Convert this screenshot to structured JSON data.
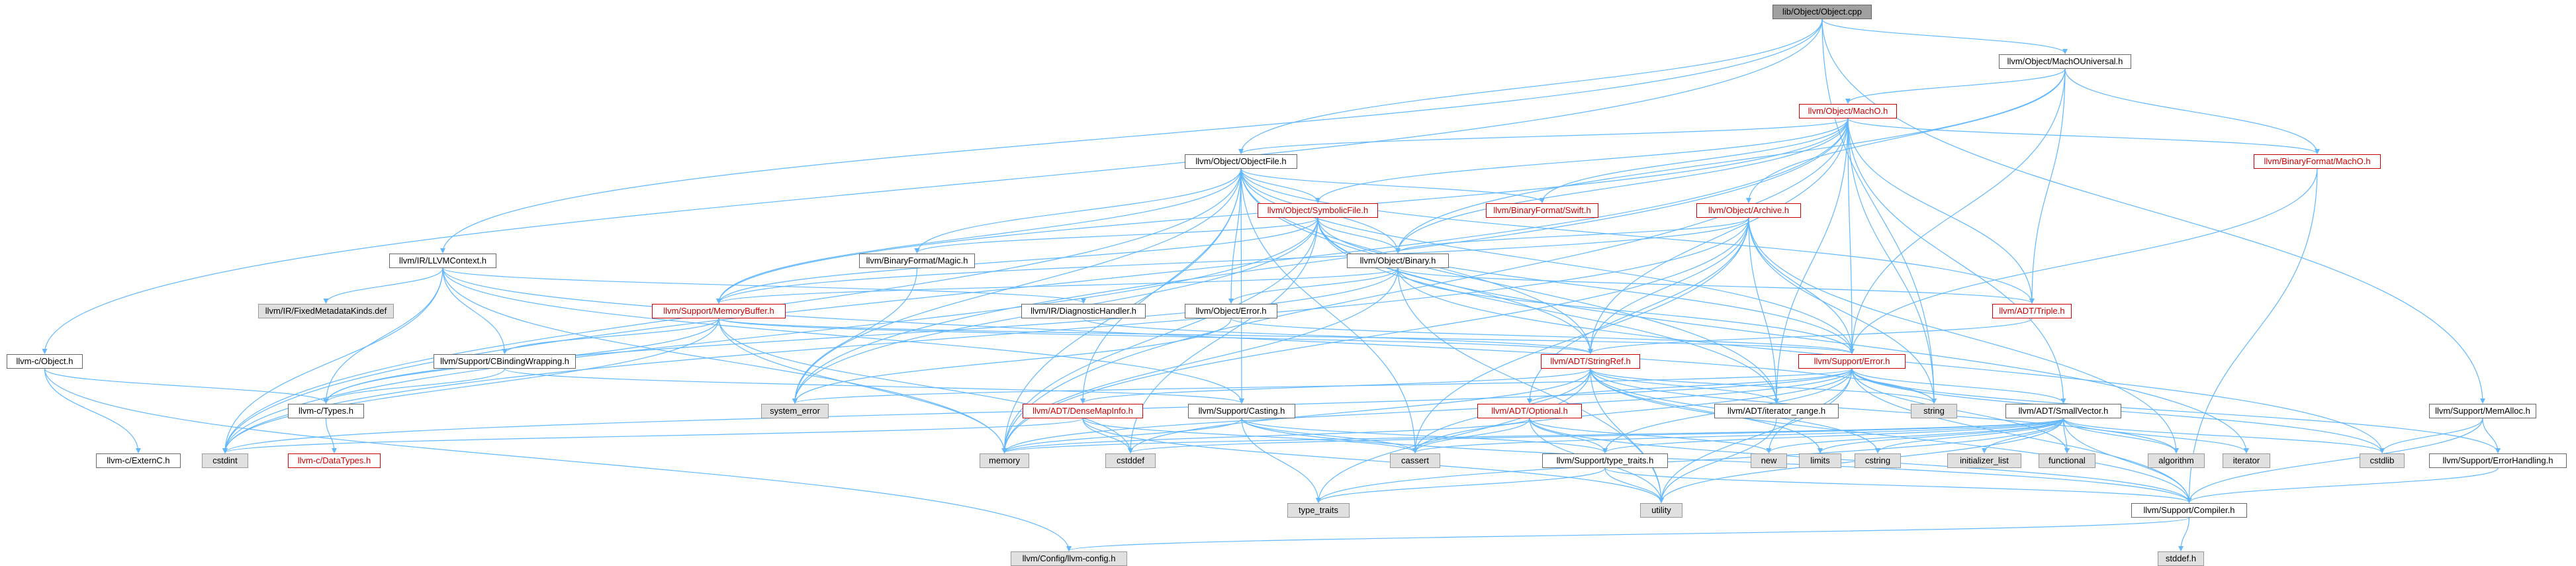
{
  "colors": {
    "edge": "#63b8ff",
    "red_border": "#cc0000",
    "gray_fill": "#e0e0e0",
    "root_fill": "#a0a0a0"
  },
  "nodes": {
    "root": "lib/Object/Object.cpp",
    "machouniversal": "llvm/Object/MachOUniversal.h",
    "macho": "llvm/Object/MachO.h",
    "objectfile": "llvm/Object/ObjectFile.h",
    "binformat_macho": "llvm/BinaryFormat/MachO.h",
    "symbolicfile": "llvm/Object/SymbolicFile.h",
    "binformat_swift": "llvm/BinaryFormat/Swift.h",
    "archive": "llvm/Object/Archive.h",
    "llvmcontext": "llvm/IR/LLVMContext.h",
    "binformat_magic": "llvm/BinaryFormat/Magic.h",
    "binary": "llvm/Object/Binary.h",
    "fixedmeta": "llvm/IR/FixedMetadataKinds.def",
    "memorybuffer": "llvm/Support/MemoryBuffer.h",
    "diaghandler": "llvm/IR/DiagnosticHandler.h",
    "objerror": "llvm/Object/Error.h",
    "triple": "llvm/ADT/Triple.h",
    "c_object": "llvm-c/Object.h",
    "cbinding": "llvm/Support/CBindingWrapping.h",
    "stringref": "llvm/ADT/StringRef.h",
    "supporterror": "llvm/Support/Error.h",
    "memalloc": "llvm/Support/MemAlloc.h",
    "c_types": "llvm-c/Types.h",
    "system_error": "system_error",
    "densemapinfo": "llvm/ADT/DenseMapInfo.h",
    "casting": "llvm/Support/Casting.h",
    "optional": "llvm/ADT/Optional.h",
    "iterator_range": "llvm/ADT/iterator_range.h",
    "string": "string",
    "smallvector": "llvm/ADT/SmallVector.h",
    "c_externc": "llvm-c/ExternC.h",
    "cstdint": "cstdint",
    "c_datatypes": "llvm-c/DataTypes.h",
    "memory": "memory",
    "cstddef": "cstddef",
    "cassert": "cassert",
    "type_traits_h": "llvm/Support/type_traits.h",
    "new": "new",
    "limits": "limits",
    "cstring": "cstring",
    "initializer_list": "initializer_list",
    "functional": "functional",
    "algorithm": "algorithm",
    "iterator": "iterator",
    "cstdlib": "cstdlib",
    "errorhandling": "llvm/Support/ErrorHandling.h",
    "type_traits": "type_traits",
    "utility": "utility",
    "compiler": "llvm/Support/Compiler.h",
    "stddef": "stddef.h",
    "llvm_config": "llvm/Config/llvm-config.h"
  }
}
